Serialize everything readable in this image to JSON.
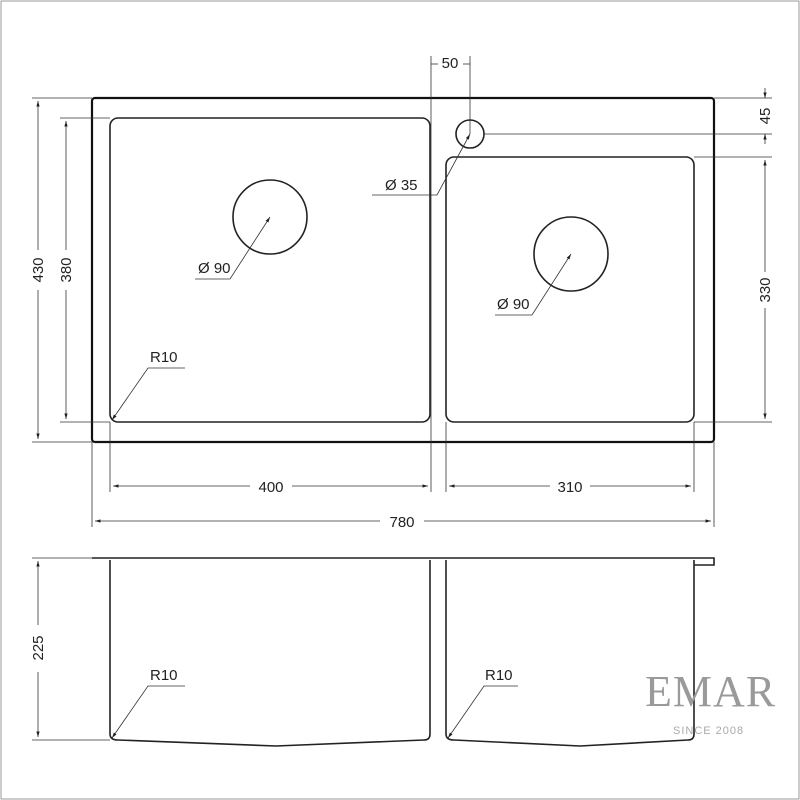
{
  "drawing": {
    "top_view": {
      "hole_offset": "50",
      "hole_edge_distance": "45",
      "faucet_hole": "Ø 35",
      "left_drain": "Ø 90",
      "right_drain": "Ø 90",
      "corner_radius": "R10",
      "overall_depth": "430",
      "left_bowl_depth": "380",
      "right_bowl_depth": "330",
      "left_bowl_width": "400",
      "right_bowl_width": "310",
      "overall_width": "780"
    },
    "side_view": {
      "bowl_height": "225",
      "left_radius": "R10",
      "right_radius": "R10"
    }
  },
  "logo": {
    "brand": "EMAR",
    "tagline": "SINCE 2008"
  }
}
